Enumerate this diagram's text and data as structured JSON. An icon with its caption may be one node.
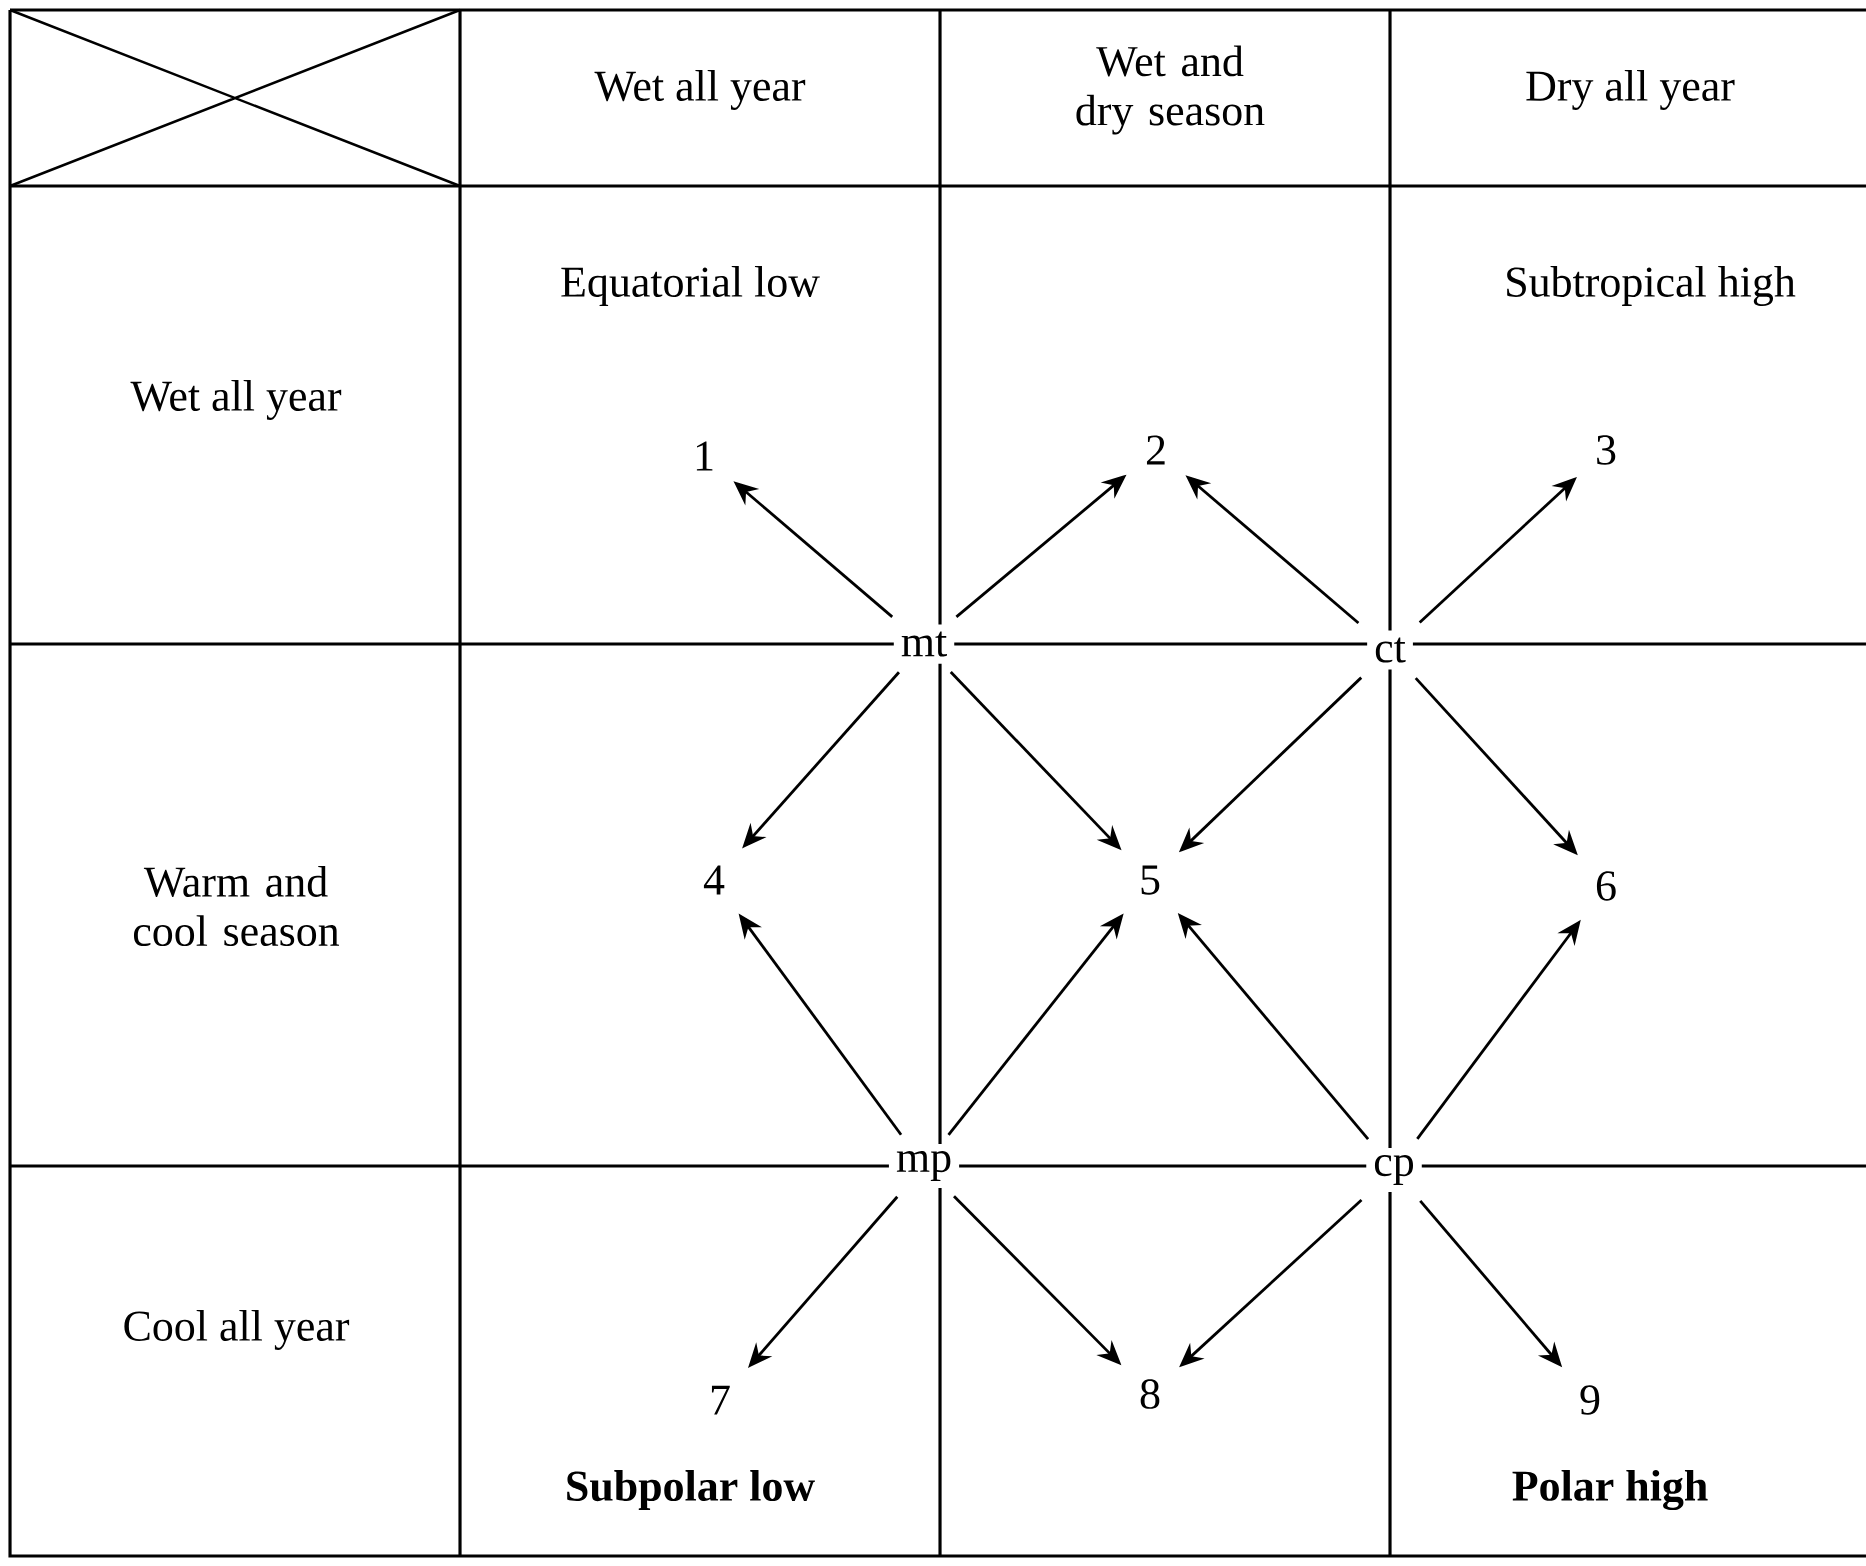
{
  "diagram": {
    "nodes": [
      {
        "text": [
          "1"
        ]
      },
      {
        "text": [
          "2"
        ]
      },
      {
        "text": [
          "3"
        ]
      },
      {
        "text": [
          "mt"
        ]
      },
      {
        "text": [
          "ct"
        ]
      },
      {
        "text": [
          "4"
        ]
      },
      {
        "text": [
          "5"
        ]
      },
      {
        "text": [
          "6"
        ]
      },
      {
        "text": [
          "mp"
        ]
      },
      {
        "text": [
          "cp"
        ]
      },
      {
        "text": [
          "7"
        ]
      },
      {
        "text": [
          "8"
        ]
      },
      {
        "text": [
          "9"
        ]
      }
    ],
    "edges": [
      {
        "from": 3,
        "to": 0,
        "arrow": "to"
      },
      {
        "from": 3,
        "to": 1,
        "arrow": "to"
      },
      {
        "from": 3,
        "to": 5,
        "arrow": "to"
      },
      {
        "from": 3,
        "to": 6,
        "arrow": "to"
      },
      {
        "from": 4,
        "to": 1,
        "arrow": "to"
      },
      {
        "from": 4,
        "to": 2,
        "arrow": "to"
      },
      {
        "from": 4,
        "to": 6,
        "arrow": "to"
      },
      {
        "from": 4,
        "to": 7,
        "arrow": "to"
      },
      {
        "from": 8,
        "to": 5,
        "arrow": "to"
      },
      {
        "from": 8,
        "to": 6,
        "arrow": "to"
      },
      {
        "from": 8,
        "to": 10,
        "arrow": "to"
      },
      {
        "from": 8,
        "to": 11,
        "arrow": "to"
      },
      {
        "from": 9,
        "to": 6,
        "arrow": "to"
      },
      {
        "from": 9,
        "to": 7,
        "arrow": "to"
      },
      {
        "from": 9,
        "to": 11,
        "arrow": "to"
      },
      {
        "from": 9,
        "to": 12,
        "arrow": "to"
      }
    ],
    "labels": [
      "Wet all year",
      "Wet and dry season",
      "Dry all year",
      "Equatorial low",
      "Subtropical high",
      "Wet all year",
      "Warm and cool season",
      "Cool all year",
      "Subpolar low",
      "Polar high"
    ]
  }
}
